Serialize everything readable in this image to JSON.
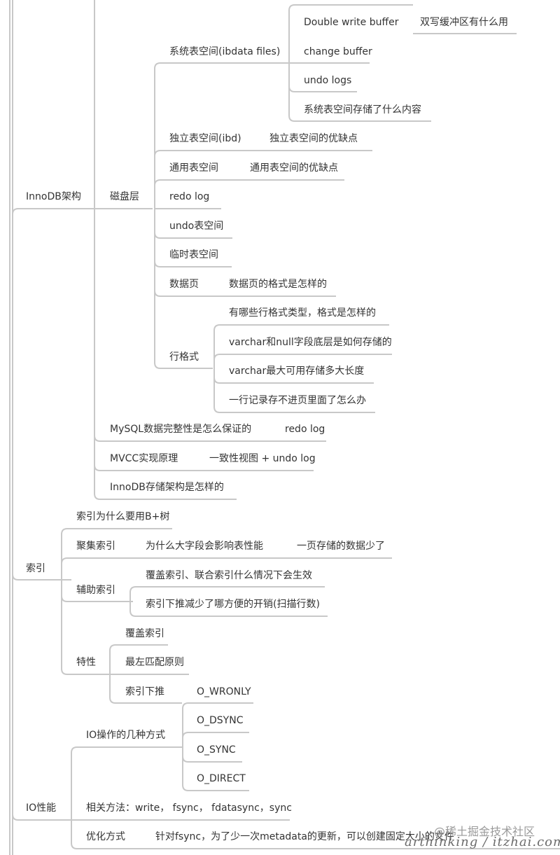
{
  "nodes": {
    "innodb": "InnoDB架构",
    "disk_layer": "磁盘层",
    "system_tablespace": "系统表空间(ibdata files)",
    "double_write": "Double write buffer",
    "double_write_q": "双写缓冲区有什么用",
    "change_buffer": "change buffer",
    "undo_logs": "undo logs",
    "sys_ts_content": "系统表空间存储了什么内容",
    "file_per_table": "独立表空间(ibd)",
    "file_per_table_q": "独立表空间的优缺点",
    "general_ts": "通用表空间",
    "general_ts_q": "通用表空间的优缺点",
    "redo_log": "redo log",
    "undo_ts": "undo表空间",
    "temp_ts": "临时表空间",
    "data_page": "数据页",
    "data_page_q": "数据页的格式是怎样的",
    "row_format": "行格式",
    "row_q1": "有哪些行格式类型，格式是怎样的",
    "row_q2": "varchar和null字段底层是如何存储的",
    "row_q3": "varchar最大可用存储多大长度",
    "row_q4": "一行记录存不进页里面了怎么办",
    "integrity": "MySQL数据完整性是怎么保证的",
    "integrity_a": "redo log",
    "mvcc": "MVCC实现原理",
    "mvcc_a": "一致性视图 + undo log",
    "storage_arch": "InnoDB存储架构是怎样的",
    "index": "索引",
    "bplus": "索引为什么要用B+树",
    "clustered": "聚集索引",
    "clustered_q": "为什么大字段会影响表性能",
    "clustered_a": "一页存储的数据少了",
    "secondary": "辅助索引",
    "covering_q": "覆盖索引、联合索引什么情况下会生效",
    "icp_q": "索引下推减少了哪方便的开销(扫描行数)",
    "features": "特性",
    "covering": "覆盖索引",
    "leftmost": "最左匹配原则",
    "icp": "索引下推",
    "io_perf": "IO性能",
    "io_modes": "IO操作的几种方式",
    "o_wronly": "O_WRONLY",
    "o_dsync": "O_DSYNC",
    "o_sync": "O_SYNC",
    "o_direct": "O_DIRECT",
    "methods": "相关方法：write， fsync， fdatasync，sync",
    "optimize": "优化方式",
    "optimize_a": "针对fsync，为了少一次metadata的更新，可以创建固定大小的文件"
  },
  "watermark": {
    "line1": "@稀土掘金技术社区",
    "line2": "arthinking / itzhai.com"
  },
  "colors": {
    "line": "#c8c8c8",
    "text": "#333333",
    "background": "#ffffff"
  }
}
